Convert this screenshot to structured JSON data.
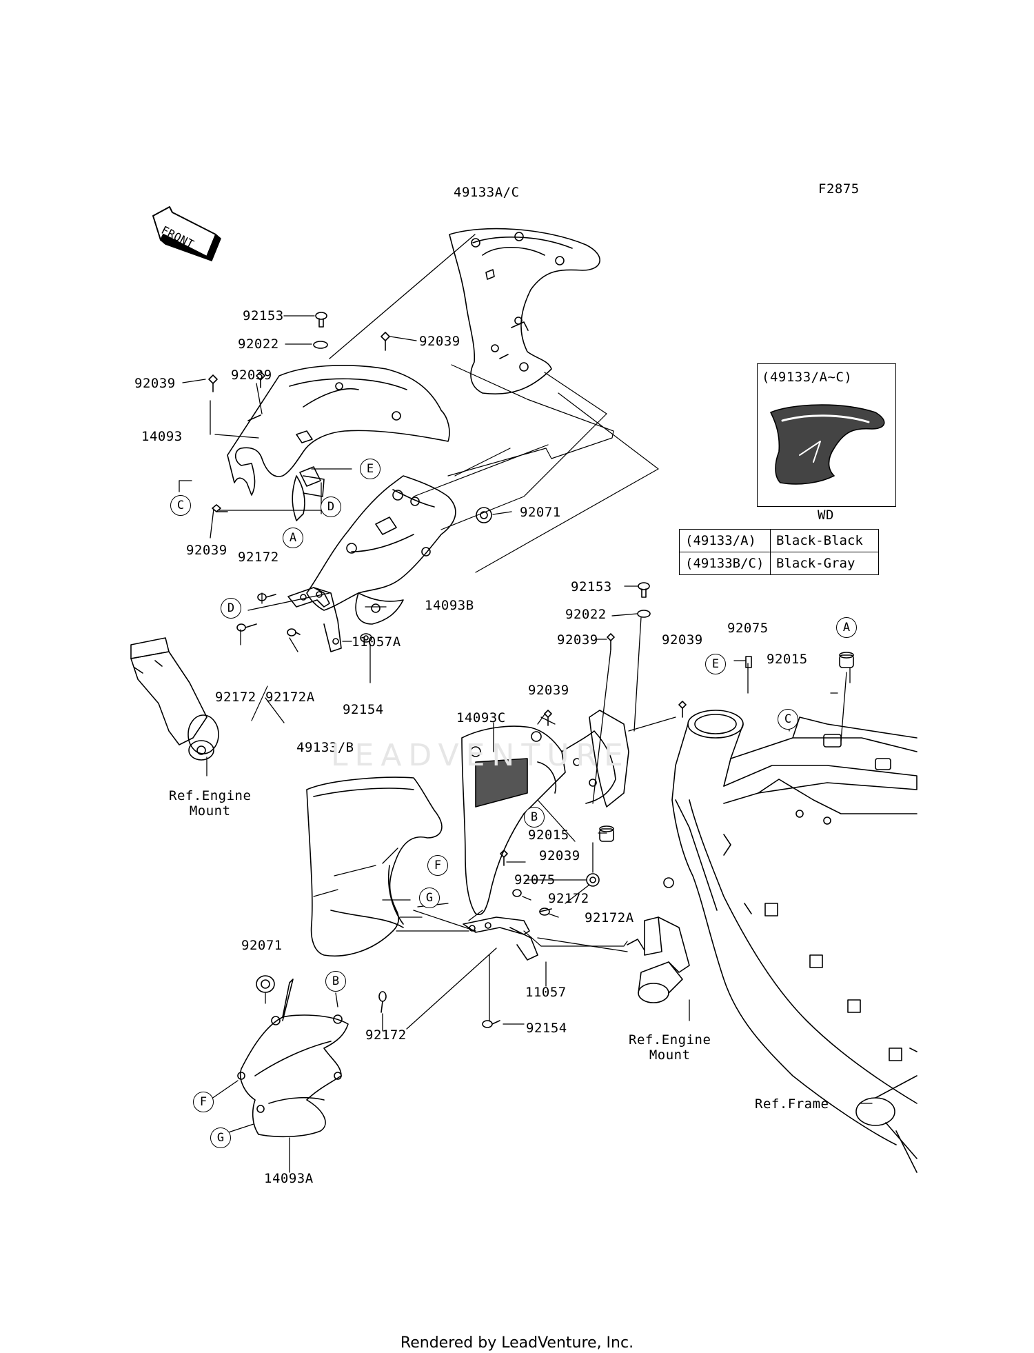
{
  "diagram_code": "F2875",
  "front_label": "FRONT",
  "watermark": "LEADVENTURE",
  "footer": "Rendered by LeadVenture, Inc.",
  "inset": {
    "title": "(49133/A~C)",
    "caption": "WD"
  },
  "variants": [
    {
      "code": "(49133/A)",
      "color": "Black-Black"
    },
    {
      "code": "(49133B/C)",
      "color": "Black-Gray"
    }
  ],
  "parts": {
    "p_49133AC": "49133A/C",
    "p_92153_a": "92153",
    "p_92022_a": "92022",
    "p_92039_a": "92039",
    "p_92039_b": "92039",
    "p_92039_c": "92039",
    "p_14093": "14093",
    "p_92039_d": "92039",
    "p_92071_a": "92071",
    "p_92172_a": "92172",
    "p_14093B": "14093B",
    "p_11057A": "11057A",
    "p_92172_b": "92172",
    "p_92172A_a": "92172A",
    "p_92154_a": "92154",
    "ref_engine_a": "Ref.Engine\nMount",
    "p_92153_b": "92153",
    "p_92022_b": "92022",
    "p_92039_e": "92039",
    "p_92039_f": "92039",
    "p_92075_a": "92075",
    "p_92039_g": "92039",
    "p_92015_a": "92015",
    "p_14093C": "14093C",
    "p_49133B": "49133/B",
    "p_92015_b": "92015",
    "p_92039_h": "92039",
    "p_92075_b": "92075",
    "p_92172_c": "92172",
    "p_92172A_b": "92172A",
    "p_11057": "11057",
    "p_92154_b": "92154",
    "ref_engine_b": "Ref.Engine\nMount",
    "p_92071_b": "92071",
    "p_92172_d": "92172",
    "p_14093A": "14093A",
    "ref_frame": "Ref.Frame"
  },
  "callouts": {
    "E1": "E",
    "C1": "C",
    "D1": "D",
    "A1": "A",
    "D2": "D",
    "A2": "A",
    "E2": "E",
    "C2": "C",
    "B1": "B",
    "F1": "F",
    "G1": "G",
    "B2": "B",
    "F2": "F",
    "G2": "G"
  }
}
